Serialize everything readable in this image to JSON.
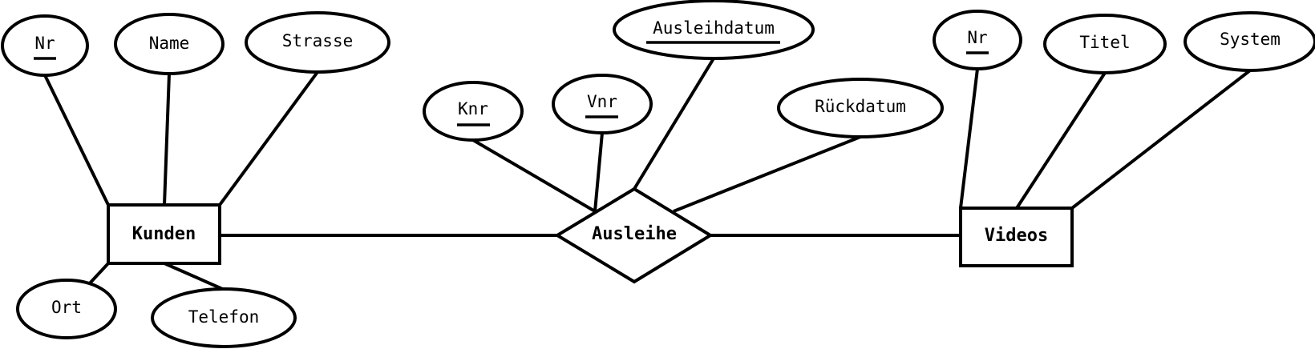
{
  "entities": {
    "kunden": "Kunden",
    "videos": "Videos"
  },
  "relationships": {
    "ausleihe": "Ausleihe"
  },
  "attributes": {
    "kunden_nr": "Nr",
    "kunden_name": "Name",
    "kunden_strasse": "Strasse",
    "kunden_ort": "Ort",
    "kunden_telefon": "Telefon",
    "ausleihe_knr": "Knr",
    "ausleihe_vnr": "Vnr",
    "ausleihe_ausleihdatum": "Ausleihdatum",
    "ausleihe_rueckdatum": "Rückdatum",
    "videos_nr": "Nr",
    "videos_titel": "Titel",
    "videos_system": "System"
  },
  "key_attributes": [
    "kunden_nr",
    "ausleihe_knr",
    "ausleihe_vnr",
    "ausleihe_ausleihdatum",
    "videos_nr"
  ]
}
